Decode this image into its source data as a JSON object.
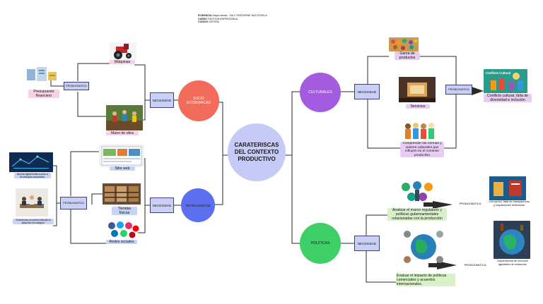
{
  "header": {
    "lines": [
      {
        "label": "EVIDENCIA",
        "value": "Mapa mental : SALY GREDERNE NAS ESVELA"
      },
      {
        "label": "CURSO",
        "value": "GESTION EMPRESARIAL"
      },
      {
        "label": "CODIGO",
        "value": "2879935"
      }
    ]
  },
  "center": {
    "text": "CARATERISCAS DEL CONTEXTO PRODUCTIVO"
  },
  "nodes": {
    "socio": "SOCIO ECONOMICAS",
    "tech": "TECNOLOGICOS",
    "cultural": "CULTURALES",
    "politicas": "POLITICAS"
  },
  "boxes": {
    "necesidad": "NECESIDAD",
    "problematica": "PROBLEMATICA",
    "problematica_lower": "PROBLEMATICA"
  },
  "labels": {
    "maquinas": "Máquinas",
    "presupuesto": "Presupuesto financiero",
    "mano_obra": "Mano de obra",
    "sitio_web": "Sitio web",
    "tiendas": "Tiendas físicas",
    "redes": "Redes sociales",
    "tech_prob1": "Brecha digital limita acceso a tecnologías avanzadas.",
    "tech_prob2": "Resistencia al cambio dificulta la adopción tecnológica.",
    "gama": "Gama de productos",
    "servicios": "Servicios",
    "normas": "Comprender las normas y valores culturales que influyen en el contexto productivo",
    "cultural_img_title": "Conflicto Cultural",
    "conflicto": "Conflicto cultural, falta de diversidad e inclusión",
    "analizar": "Analizar el marco regulatorio y políticas gubernamentales relacionadas con la producción",
    "evaluar": "Evaluar el impacto de políticas comerciales y acuerdos internacionales.",
    "corrupcion": "Corrupción, falta de transparencia y regulaciones restrictivas",
    "dependencia": "Dependencia de recursos agotables de extracción"
  },
  "colors": {
    "center": "#c5cbf6",
    "socio": "#f26b5b",
    "tech": "#5b6ff0",
    "cultural": "#a35be0",
    "politicas": "#3ecf68",
    "box": "#c9cff5",
    "line": "#2a2a2a"
  }
}
